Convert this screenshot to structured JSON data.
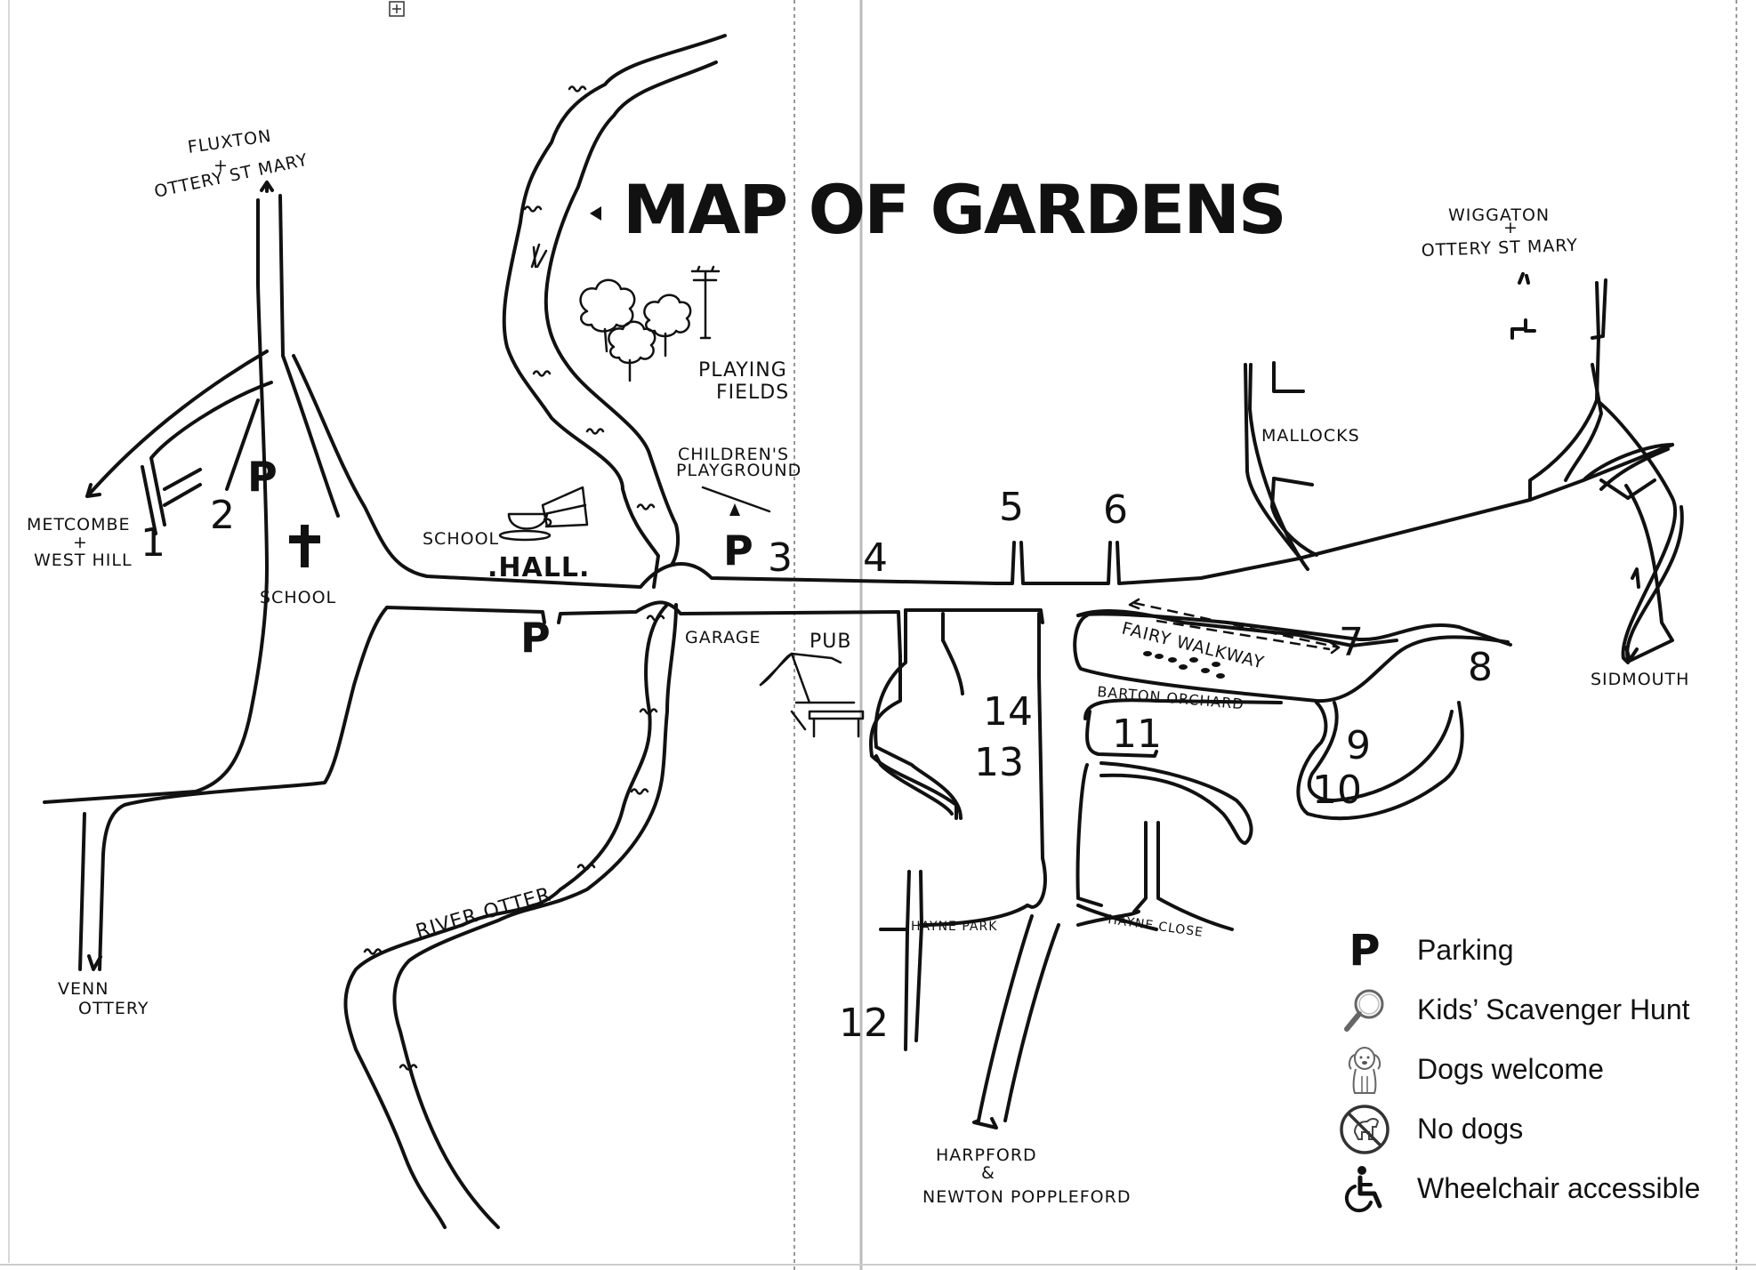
{
  "title": "MAP OF GARDENS",
  "places": {
    "fluxton": "FLUXTON",
    "fluxton_plus": "+",
    "ottery_north": "OTTERY ST MARY",
    "wiggaton": "WIGGATON",
    "wiggaton_plus": "+",
    "ottery_east": "OTTERY ST MARY",
    "metcombe": "METCOMBE",
    "metcombe_plus": "+",
    "west_hill": "WEST HILL",
    "venn": "VENN",
    "ottery_venn": "OTTERY",
    "sidmouth": "SIDMOUTH",
    "harpford": "HARPFORD",
    "harpford_amp": "&",
    "newton": "NEWTON POPPLEFORD",
    "playing_1": "PLAYING",
    "playing_2": "FIELDS",
    "childrens": "CHILDREN'S",
    "playground": "PLAYGROUND",
    "school_hall_1": "SCHOOL",
    "school_hall_2": ".HALL.",
    "school": "SCHOOL",
    "garage": "GARAGE",
    "pub": "PUB",
    "mallocks": "MALLOCKS",
    "fairy_walkway": "FAIRY WALKWAY",
    "barton_orchard": "BARTON ORCHARD",
    "hayne_park": "HAYNE PARK",
    "hayne_close": "HAYNE CLOSE",
    "river_otter": "RIVER OTTER"
  },
  "parking_mark": "P",
  "gardens": [
    "1",
    "2",
    "3",
    "4",
    "5",
    "6",
    "7",
    "8",
    "9",
    "10",
    "11",
    "12",
    "13",
    "14"
  ],
  "legend": [
    {
      "icon": "parking-icon",
      "label": "Parking"
    },
    {
      "icon": "magnifier-icon",
      "label": "Kids’ Scavenger Hunt"
    },
    {
      "icon": "dog-icon",
      "label": "Dogs welcome"
    },
    {
      "icon": "no-dogs-icon",
      "label": "No dogs"
    },
    {
      "icon": "wheelchair-icon",
      "label": "Wheelchair accessible"
    }
  ]
}
